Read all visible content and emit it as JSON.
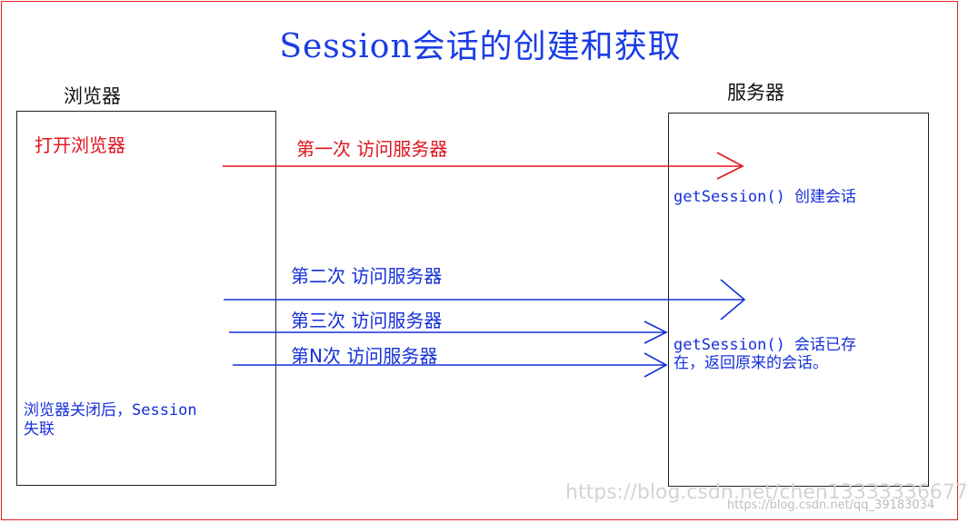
{
  "title": "Session会话的创建和获取",
  "browser": {
    "heading": "浏览器",
    "open_label": "打开浏览器",
    "closed_label_line1": "浏览器关闭后，Session",
    "closed_label_line2": "失联"
  },
  "server": {
    "heading": "服务器",
    "create_note": "getSession() 创建会话",
    "exists_note_line1": "getSession() 会话已存",
    "exists_note_line2": "在，返回原来的会话。"
  },
  "requests": [
    {
      "label": "第一次 访问服务器",
      "color": "#e0141e"
    },
    {
      "label": "第二次 访问服务器",
      "color": "#1530d8"
    },
    {
      "label": "第三次   访问服务器",
      "color": "#1530d8"
    },
    {
      "label": "第N次   访问服务器",
      "color": "#1530d8"
    }
  ],
  "colors": {
    "title": "#1a3de6",
    "first_request": "#e0141e",
    "later_requests": "#1530d8",
    "frame": "#e02020"
  },
  "watermark": {
    "line1": "https://blog.csdn.net/chen13333336677",
    "line2": "https://blog.csdn.net/qq_39183034"
  }
}
